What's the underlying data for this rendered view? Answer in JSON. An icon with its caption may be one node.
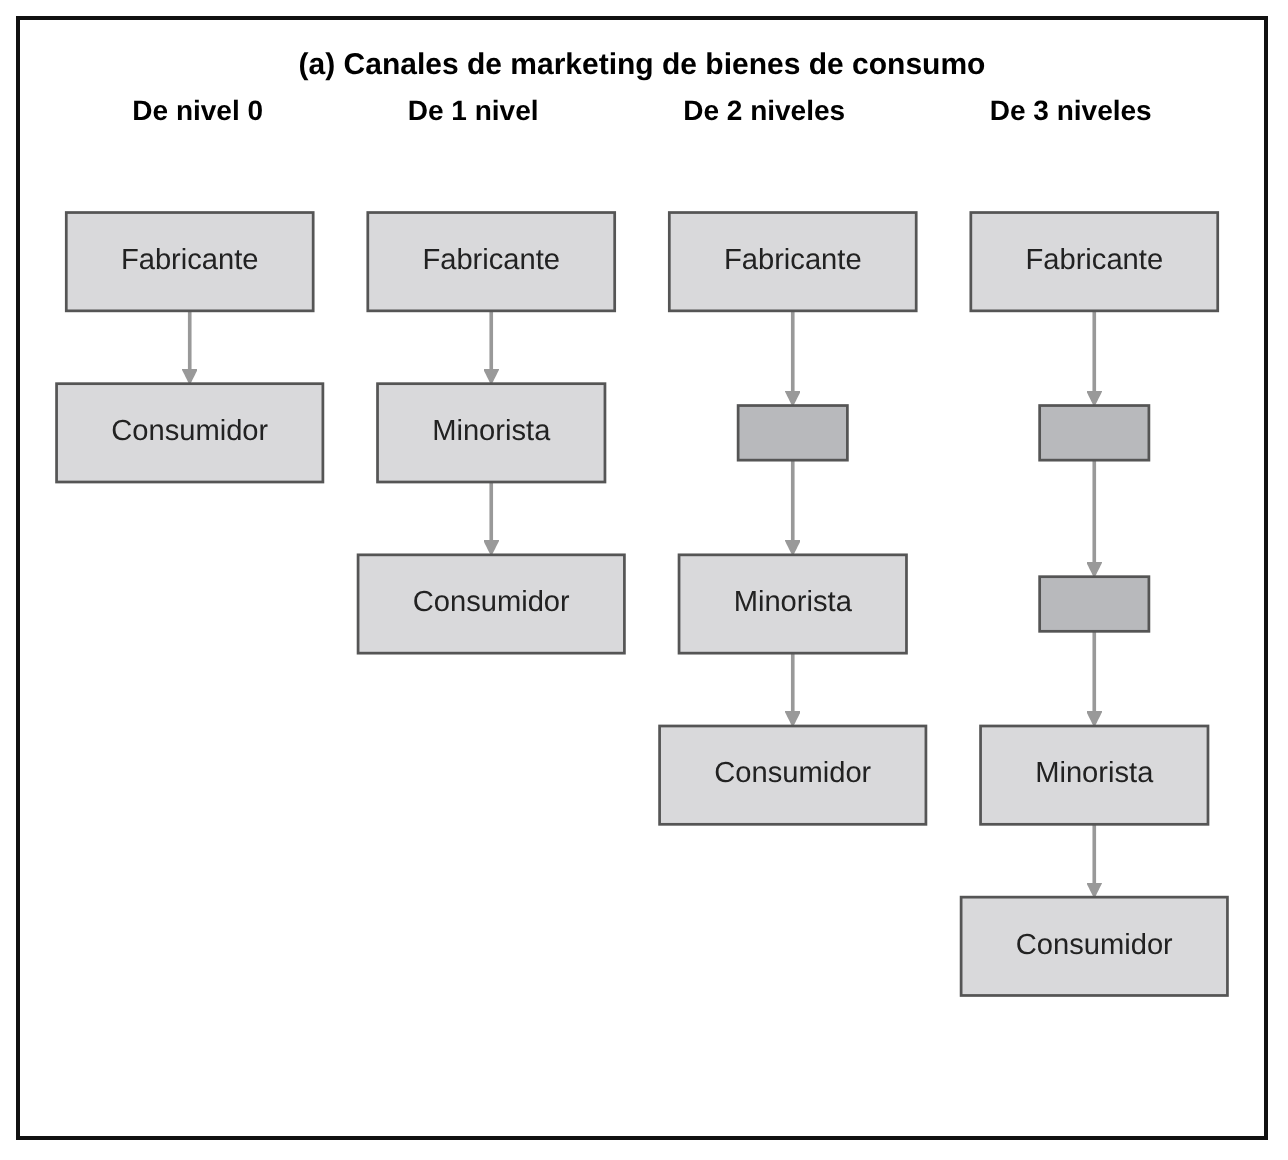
{
  "diagram": {
    "title": "(a) Canales de marketing de bienes de consumo",
    "nodes": [
      {
        "text": [
          "Fabricante"
        ]
      },
      {
        "text": [
          "Consumidor"
        ]
      },
      {
        "text": [
          "Fabricante"
        ]
      },
      {
        "text": [
          "Minorista"
        ]
      },
      {
        "text": [
          "Consumidor"
        ]
      },
      {
        "text": [
          "Fabricante"
        ]
      },
      {
        "text": [],
        "shape": "box"
      },
      {
        "text": [
          "Minorista"
        ]
      },
      {
        "text": [
          "Consumidor"
        ]
      },
      {
        "text": [
          "Fabricante"
        ]
      },
      {
        "text": [],
        "shape": "box"
      },
      {
        "text": [],
        "shape": "box"
      },
      {
        "text": [
          "Minorista"
        ]
      },
      {
        "text": [
          "Consumidor"
        ]
      }
    ],
    "edges": [
      {
        "from": 0,
        "to": 1,
        "arrow": "to"
      },
      {
        "from": 2,
        "to": 3,
        "arrow": "to"
      },
      {
        "from": 3,
        "to": 4,
        "arrow": "to"
      },
      {
        "from": 5,
        "to": 6,
        "arrow": "to"
      },
      {
        "from": 6,
        "to": 7,
        "arrow": "to"
      },
      {
        "from": 7,
        "to": 8,
        "arrow": "to"
      },
      {
        "from": 9,
        "to": 10,
        "arrow": "to"
      },
      {
        "from": 10,
        "to": 11,
        "arrow": "to"
      },
      {
        "from": 11,
        "to": 12,
        "arrow": "to"
      },
      {
        "from": 12,
        "to": 13,
        "arrow": "to"
      }
    ],
    "labels": [
      "De nivel 0",
      "De 1 nivel",
      "De 2 niveles",
      "De 3 niveles"
    ]
  }
}
